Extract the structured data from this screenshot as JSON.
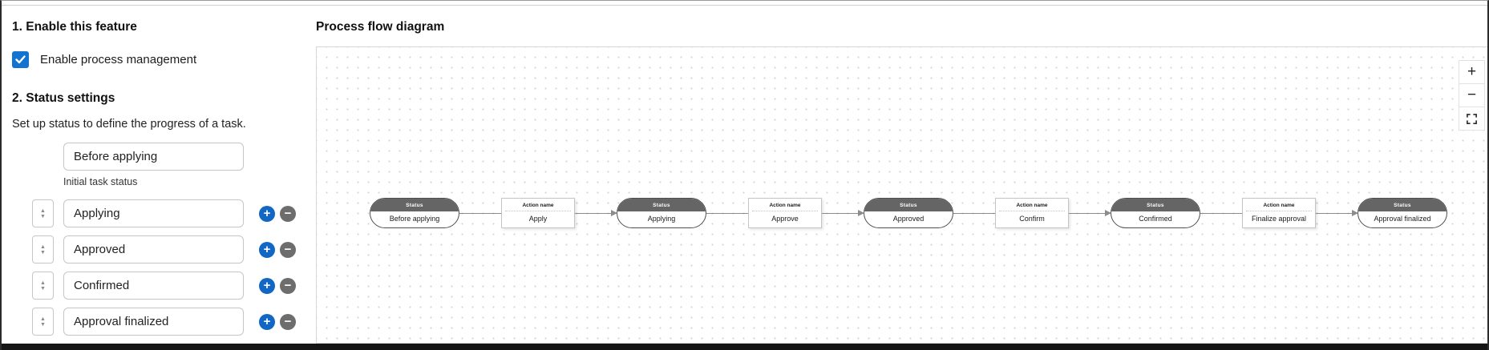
{
  "sections": {
    "enable": {
      "heading": "1. Enable this feature",
      "checkbox_label": "Enable process management",
      "checkbox_checked": true
    },
    "status": {
      "heading": "2. Status settings",
      "description": "Set up status to define the progress of a task.",
      "initial_status_value": "Before applying",
      "initial_status_label": "Initial task status",
      "statuses": [
        "Applying",
        "Approved",
        "Confirmed",
        "Approval finalized"
      ]
    }
  },
  "diagram": {
    "title": "Process flow diagram",
    "status_node_header": "Status",
    "action_node_header": "Action name",
    "flow": [
      {
        "type": "status",
        "label": "Before applying"
      },
      {
        "type": "action",
        "label": "Apply"
      },
      {
        "type": "status",
        "label": "Applying"
      },
      {
        "type": "action",
        "label": "Approve"
      },
      {
        "type": "status",
        "label": "Approved"
      },
      {
        "type": "action",
        "label": "Confirm"
      },
      {
        "type": "status",
        "label": "Confirmed"
      },
      {
        "type": "action",
        "label": "Finalize approval"
      },
      {
        "type": "status",
        "label": "Approval finalized"
      }
    ],
    "controls": {
      "zoom_in_label": "+",
      "zoom_out_label": "−"
    }
  },
  "colors": {
    "checkbox_blue": "#1273d0",
    "add_button_blue": "#1267c4",
    "remove_button_gray": "#6d6d6d",
    "status_node_header_gray": "#656565",
    "arrow_gray": "#8c8c8c"
  }
}
